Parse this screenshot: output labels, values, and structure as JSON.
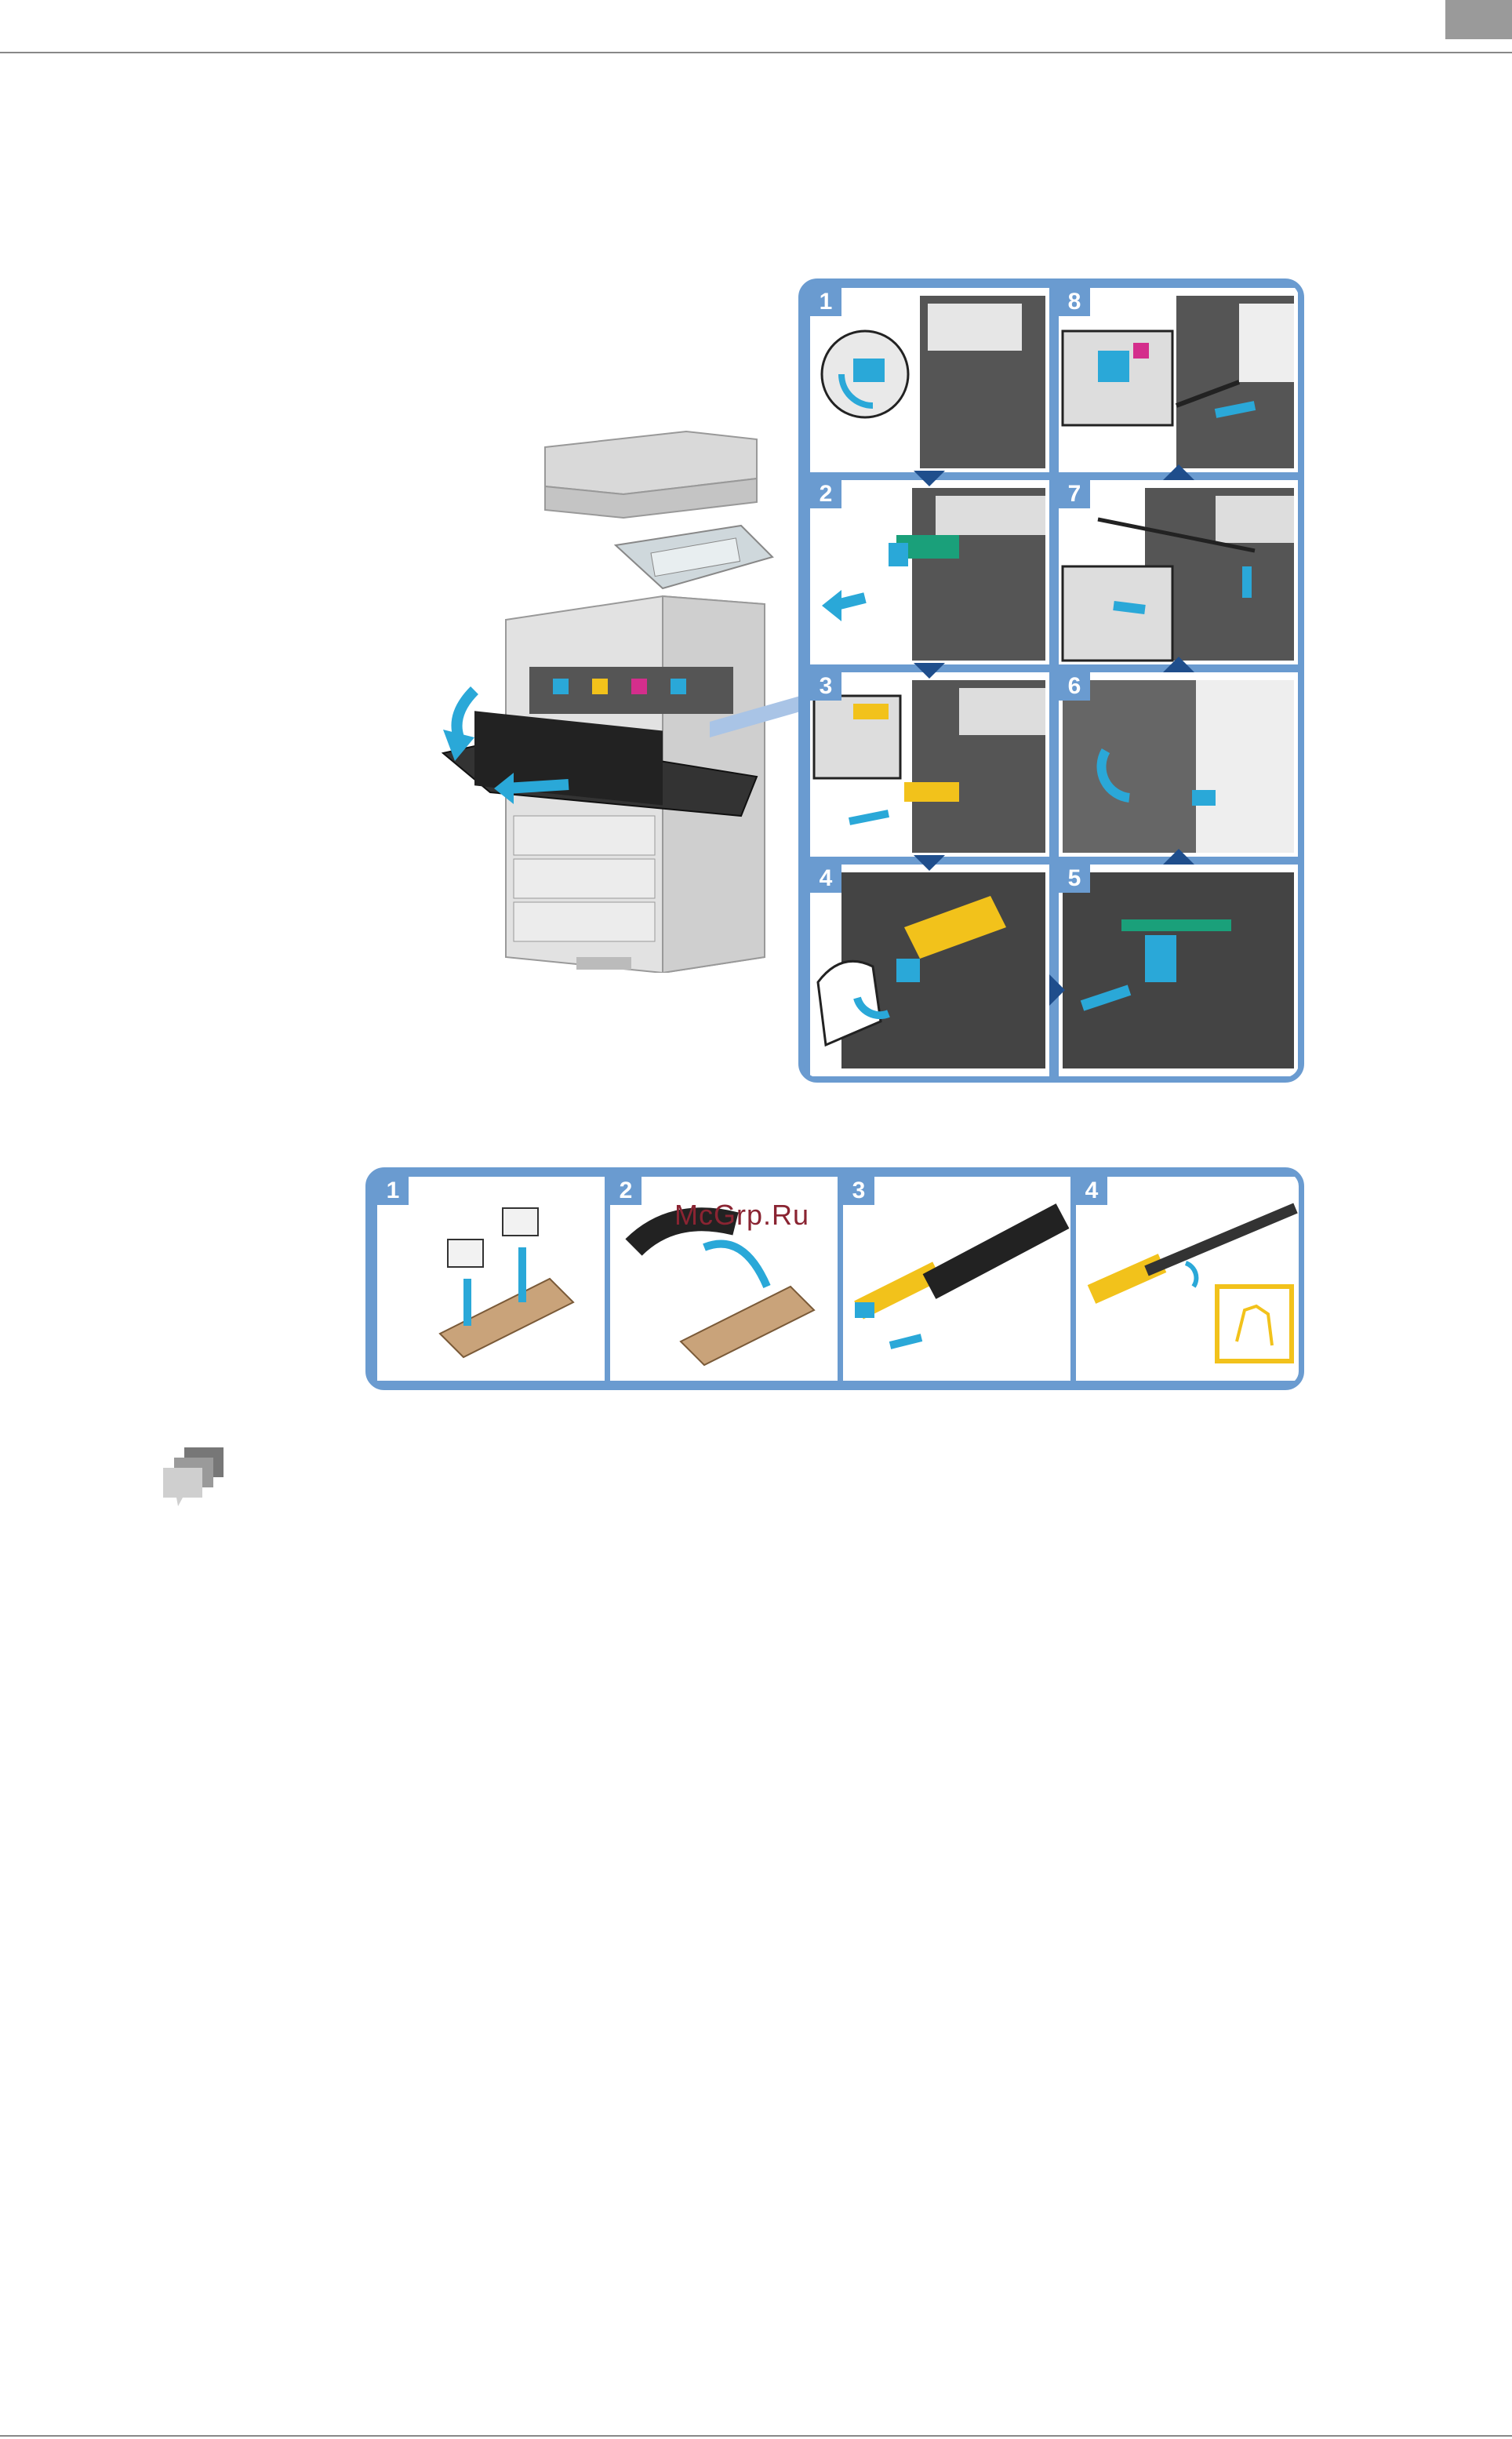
{
  "header": {
    "corner_tab_color": "#9a9a9a"
  },
  "figure_main": {
    "steps": [
      {
        "number": "1"
      },
      {
        "number": "2"
      },
      {
        "number": "3"
      },
      {
        "number": "4"
      },
      {
        "number": "5"
      },
      {
        "number": "6"
      },
      {
        "number": "7"
      },
      {
        "number": "8"
      }
    ]
  },
  "figure_prep": {
    "steps": [
      {
        "number": "1"
      },
      {
        "number": "2"
      },
      {
        "number": "3"
      },
      {
        "number": "4"
      }
    ]
  },
  "watermark": "McGrp.Ru",
  "icons": {
    "note": "note-stack-icon"
  },
  "colors": {
    "frame_blue": "#6a9bd0",
    "arrow_navy": "#1f4e8c",
    "cyan": "#2aa8d8",
    "yellow": "#f2c21b"
  }
}
